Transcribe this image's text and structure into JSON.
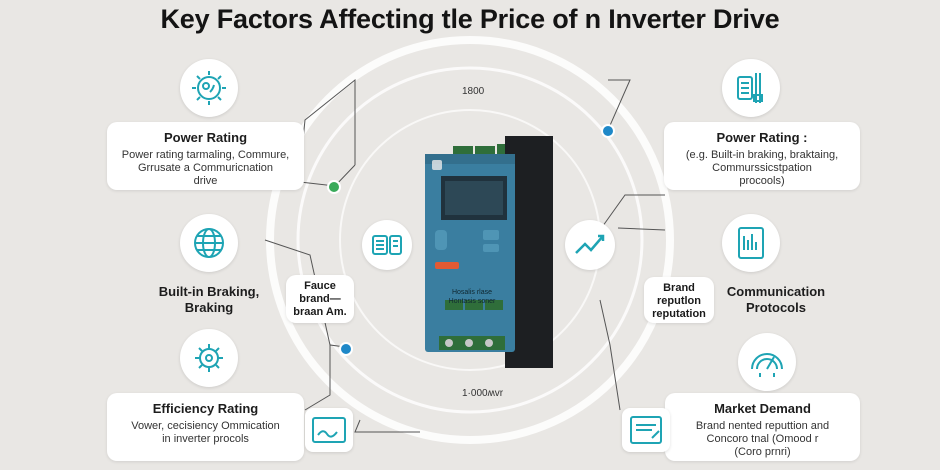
{
  "title": "Key Factors Affecting tle Price of  n Inverter Drive",
  "ring_labels": {
    "top": "1800",
    "bottom": "1·000ʍvr"
  },
  "left": {
    "top_card": {
      "heading": "Power Rating",
      "lines": [
        "Power rating tarmaling,  Commure,",
        "Grrusate a  Commuricnation",
        "drive"
      ]
    },
    "mid_label": {
      "line1": "Built-in Braking,",
      "line2": "Braking"
    },
    "mid_bubble": {
      "line1": "Fauce",
      "line2": "brand—",
      "line3": "braan  Am."
    },
    "bottom_card": {
      "heading": "Efficiency Rating",
      "lines": [
        "Vower, cecisiency Ommication",
        "in inverter procols"
      ]
    }
  },
  "right": {
    "top_card": {
      "heading": "Power Rating :",
      "lines": [
        "(e.g. Built-in braking,   braktaing,",
        "Commurssicstpation",
        "procools)"
      ]
    },
    "mid_bubble": {
      "line1": "Brand",
      "line2": "reputlon",
      "line3": "reputation"
    },
    "mid_label": {
      "line1": "Communication",
      "line2": "Protocols"
    },
    "bottom_card": {
      "heading": "Market Demand",
      "lines": [
        "Brand nented reputtion and",
        "Concoro tnal (Omood r",
        "(Coro prnri)"
      ]
    }
  },
  "device": {
    "panel_text": {
      "line1": "Hosalis rlase",
      "line2": "Hontasis soner"
    }
  },
  "icons": {
    "left_top": "virus-gear-icon",
    "left_mid": "globe-icon",
    "left_bottom": "gear-network-icon",
    "right_top": "tools-device-icon",
    "right_mid": "document-chart-icon",
    "right_bottom": "gauge-icon",
    "inner_left": "list-panel-icon",
    "inner_right": "trend-chart-icon",
    "bottom_left": "signature-card-icon",
    "bottom_right": "document-edit-icon"
  },
  "colors": {
    "accent": "#1ea4b4",
    "dot_blue": "#1e88c8",
    "dot_green": "#3aaa5a",
    "device_body": "#3a7ea0"
  }
}
